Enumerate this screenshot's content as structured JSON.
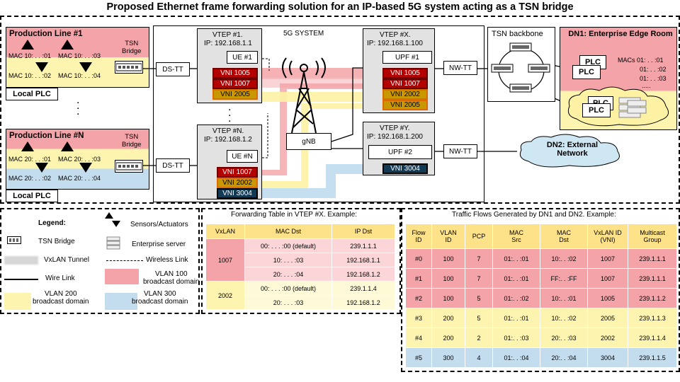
{
  "title": "Proposed Ethernet frame forwarding solution for an IP-based 5G system acting as a TSN bridge",
  "colors": {
    "vlan100": "#f4a3a8",
    "vlan200": "#fdf4b0",
    "vlan300": "#c3ddef",
    "gray": "#e2e2e2",
    "cloud": "#cfe6f3"
  },
  "pl1": {
    "title": "Production Line #1",
    "bridge": "TSN\nBridge",
    "m1": "MAC 10: . . :01",
    "m2": "MAC 10: . . :03",
    "m3": "MAC 10: . . :02",
    "m4": "MAC 10: . . :04",
    "plc": "Local PLC"
  },
  "pln": {
    "title": "Production Line #N",
    "bridge": "TSN\nBridge",
    "m1": "MAC 20: . . :01",
    "m2": "MAC 20: . . :03",
    "m3": "MAC 20: . . :02",
    "m4": "MAC 20: . . :04",
    "plc": "Local PLC"
  },
  "dstt": "DS-TT",
  "nwtt": "NW-TT",
  "fivegs": "5G SYSTEM",
  "vtep1": {
    "t1": "VTEP #1.",
    "t2": "IP: 192.168.1.1",
    "ue": "UE #1",
    "vnis": [
      "VNI 1005",
      "VNI 1007",
      "VNI 2005"
    ]
  },
  "vtepn": {
    "t1": "VTEP #N.",
    "t2": "IP: 192.168.1.2",
    "ue": "UE #N",
    "vnis": [
      "VNI 1007",
      "VNI 2002",
      "VNI 3004"
    ]
  },
  "vtepx": {
    "t1": "VTEP #X.",
    "t2": "IP: 192.168.1.100",
    "upf": "UPF #1",
    "vnis": [
      "VNI 1005",
      "VNI 1007",
      "VNI 2002",
      "VNI 2005"
    ]
  },
  "vtepy": {
    "t1": "VTEP #Y.",
    "t2": "IP: 192.168.1.200",
    "upf": "UPF #2",
    "vnis": [
      "VNI 3004"
    ]
  },
  "gnb": "gNB",
  "tsn_backbone": "TSN backbone",
  "dn1": {
    "title": "DN1: Enterprise Edge Room",
    "macs": [
      "MACs 01: . . :01",
      "01: . . :02",
      "01: . . :03",
      "....."
    ],
    "plc": "PLC",
    "plc_b": "PLC"
  },
  "dn2": "DN2: External Network",
  "legend": {
    "title": "Legend:",
    "tsn_bridge": "TSN Bridge",
    "sensors": "Sensors/Actuators",
    "vxlan": "VxLAN Tunnel",
    "server": "Enterprise server",
    "wire": "Wire Link",
    "wireless": "Wireless Link",
    "v100": "VLAN 100\nbroadcast domain",
    "v200": "VLAN 200\nbroadcast domain",
    "v300": "VLAN 300\nbroadcast domain"
  },
  "fwd": {
    "title": "Forwarding Table in VTEP #X. Example:",
    "headers": [
      "VxLAN",
      "MAC Dst",
      "IP Dst"
    ],
    "groups": [
      {
        "vxlan": "1007",
        "rows": [
          [
            "00: . . . :00 (default)",
            "239.1.1.1"
          ],
          [
            "10: . . . :03",
            "192.168.1.1"
          ],
          [
            "20: . . . :04",
            "192.168.1.2"
          ]
        ]
      },
      {
        "vxlan": "2002",
        "rows": [
          [
            "00: . . . :00 (default)",
            "239.1.1.4"
          ],
          [
            "20: . . . :03",
            "192.168.1.2"
          ]
        ]
      }
    ]
  },
  "flows": {
    "title": "Traffic Flows Generated by DN1 and DN2. Example:",
    "headers": [
      "Flow\nID",
      "VLAN\nID",
      "PCP",
      "MAC\nSrc",
      "MAC\nDst",
      "VxLAN ID\n(VNI)",
      "Multicast\nGroup"
    ],
    "rows": [
      [
        "#0",
        "100",
        "7",
        "01:. . :01",
        "10:. . :02",
        "1007",
        "239.1.1.1"
      ],
      [
        "#1",
        "100",
        "7",
        "01:. . :01",
        "FF:. . :FF",
        "1007",
        "239.1.1.1"
      ],
      [
        "#2",
        "100",
        "5",
        "01:. . :02",
        "10:. . :01",
        "1005",
        "239.1.1.2"
      ],
      [
        "#3",
        "200",
        "5",
        "01:. . :01",
        "10:. . :02",
        "2005",
        "239.1.1.3"
      ],
      [
        "#4",
        "200",
        "2",
        "01:. . :03",
        "20:. . :03",
        "2002",
        "239.1.1.4"
      ],
      [
        "#5",
        "300",
        "4",
        "01:. . :04",
        "20:. . :04",
        "3004",
        "239.1.1.5"
      ]
    ]
  }
}
